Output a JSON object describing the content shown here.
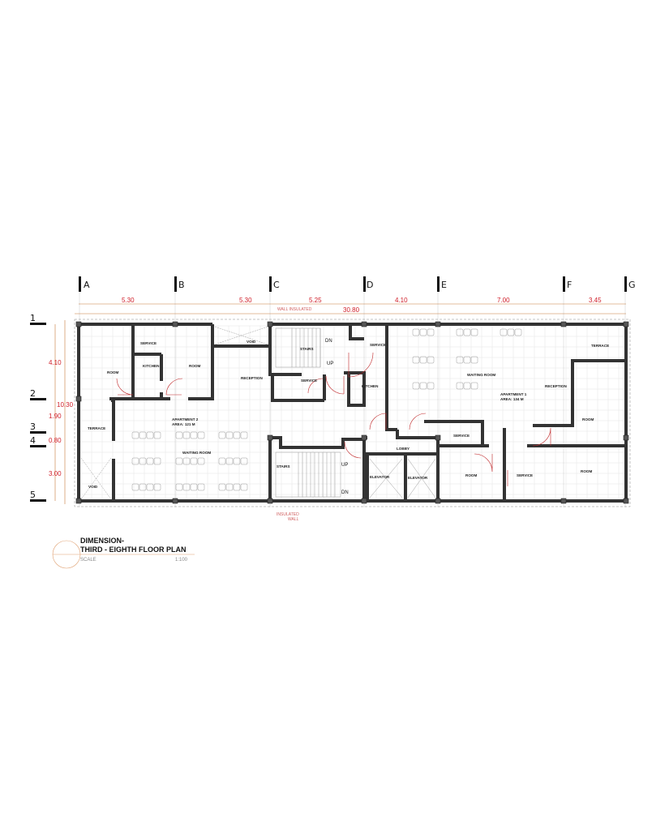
{
  "grid_columns": [
    "A",
    "B",
    "C",
    "D",
    "E",
    "F",
    "G"
  ],
  "grid_rows": [
    "1",
    "2",
    "3",
    "4",
    "5"
  ],
  "horizontal_dimensions": [
    "5.30",
    "5.30",
    "5.25",
    "4.10",
    "7.00",
    "3.45"
  ],
  "overall_width": "30.80",
  "vertical_dimensions": [
    "4.10",
    "1.90",
    "0.80",
    "3.00"
  ],
  "overall_depth": "10.30",
  "notes": {
    "top": "WALL INSULATED",
    "bottom_line1": "INSULATED",
    "bottom_line2": "WALL"
  },
  "rooms": {
    "service_a": "SERVICE",
    "kitchen_a": "KITCHEN",
    "room_a1": "ROOM",
    "room_a2": "ROOM",
    "void_top": "VOID",
    "reception_a": "RECEPTION",
    "stairs_top": "STAIRS",
    "service_mid": "SERVICE",
    "dn_top": "DN",
    "up_top": "UP",
    "terrace_a": "TERRACE",
    "apartment2_l1": "APARTMENT 2",
    "apartment2_l2": "AREA: 121 M",
    "waiting_a": "WAITING ROOM",
    "void_bottom": "VOID",
    "stairs_bottom": "STAIRS",
    "up_bottom": "UP",
    "dn_bottom": "DN",
    "service_b": "SERVICE",
    "kitchen_b": "KITCHEN",
    "waiting_b": "WAITING ROOM",
    "apartment1_l1": "APARTMENT 1",
    "apartment1_l2": "AREA: 134 M",
    "reception_b": "RECEPTION",
    "terrace_b": "TERRACE",
    "room_b1": "ROOM",
    "service_c": "SERVICE",
    "lobby": "LOBBY",
    "elevator_1": "ELEVATOR",
    "elevator_2": "ELEVATOR",
    "room_b2": "ROOM",
    "service_d": "SERVICE",
    "room_b3": "ROOM"
  },
  "title_block": {
    "line1": "DIMENSION-",
    "line2": "THIRD - EIGHTH FLOOR PLAN",
    "scale_label": "SCALE",
    "scale_value": "1:100"
  },
  "colors": {
    "dimension": "#d0202a",
    "wall": "#333333",
    "door": "#c0282a"
  }
}
